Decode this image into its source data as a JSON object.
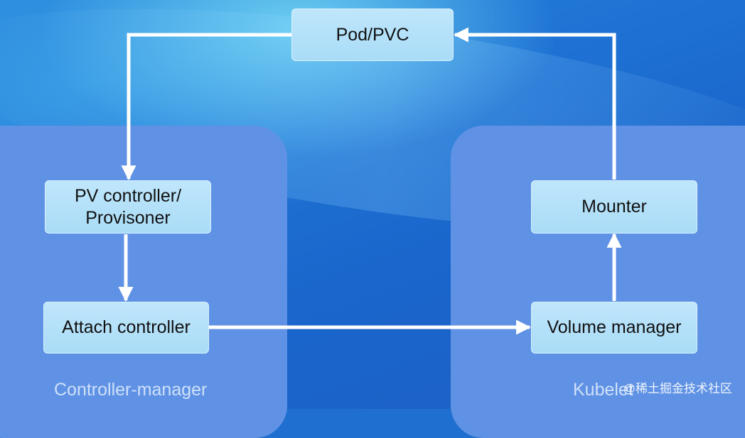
{
  "nodes": {
    "pod_pvc": "Pod/PVC",
    "pv_controller_line1": "PV controller/",
    "pv_controller_line2": "Provisoner",
    "attach_controller": "Attach controller",
    "mounter": "Mounter",
    "volume_manager": "Volume manager"
  },
  "groups": {
    "left": "Controller-manager",
    "right": "Kubelet"
  },
  "watermark": "@稀土掘金技术社区",
  "colors": {
    "node_fill": "#b3e0f8",
    "group_fill": "#5f92e4",
    "arrow": "#ffffff"
  }
}
